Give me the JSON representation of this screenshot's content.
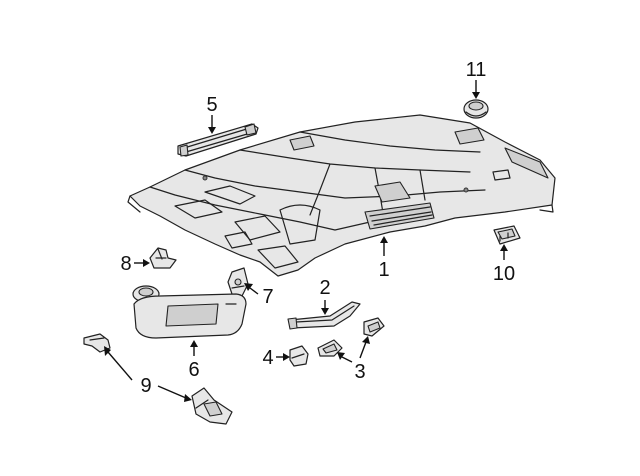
{
  "callouts": [
    {
      "id": "1",
      "text": "1"
    },
    {
      "id": "2",
      "text": "2"
    },
    {
      "id": "3",
      "text": "3"
    },
    {
      "id": "4",
      "text": "4"
    },
    {
      "id": "5",
      "text": "5"
    },
    {
      "id": "6",
      "text": "6"
    },
    {
      "id": "7",
      "text": "7"
    },
    {
      "id": "8",
      "text": "8"
    },
    {
      "id": "9",
      "text": "9"
    },
    {
      "id": "10",
      "text": "10"
    },
    {
      "id": "11",
      "text": "11"
    }
  ],
  "colors": {
    "line": "#222222",
    "part_fill": "#e7e7e7",
    "shade": "#cfcfcf",
    "background": "#ffffff"
  }
}
